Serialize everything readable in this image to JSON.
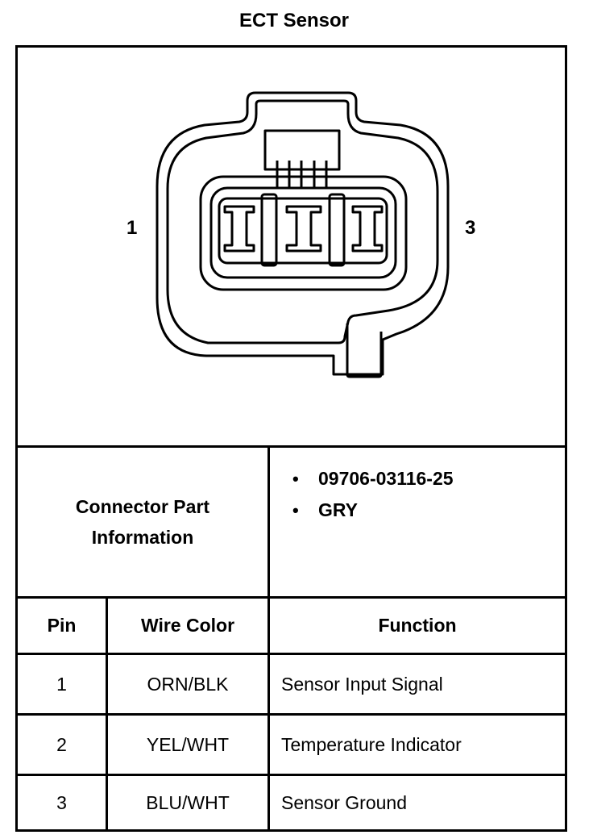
{
  "title": "ECT Sensor",
  "diagram": {
    "pin_left_label": "1",
    "pin_right_label": "3"
  },
  "connector_info": {
    "label": "Connector Part Information",
    "items": [
      "09706-03116-25",
      "GRY"
    ]
  },
  "table": {
    "headers": [
      "Pin",
      "Wire Color",
      "Function"
    ],
    "rows": [
      {
        "pin": "1",
        "wire_color": "ORN/BLK",
        "function": "Sensor Input Signal"
      },
      {
        "pin": "2",
        "wire_color": "YEL/WHT",
        "function": "Temperature Indicator"
      },
      {
        "pin": "3",
        "wire_color": "BLU/WHT",
        "function": "Sensor Ground"
      }
    ]
  }
}
